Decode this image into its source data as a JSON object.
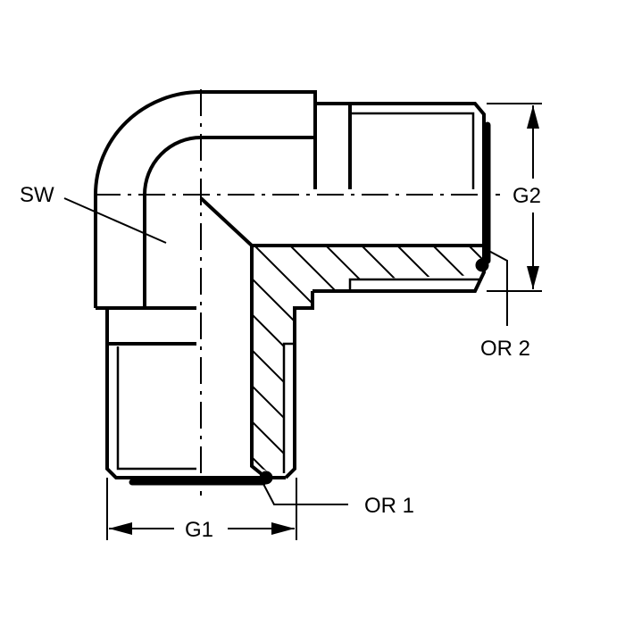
{
  "title": "90° elbow fitting with O-ring seals",
  "labels": {
    "sw": "SW",
    "g1": "G1",
    "g2": "G2",
    "or1": "OR 1",
    "or2": "OR 2"
  },
  "colors": {
    "line": "#000000",
    "background": "#ffffff"
  }
}
